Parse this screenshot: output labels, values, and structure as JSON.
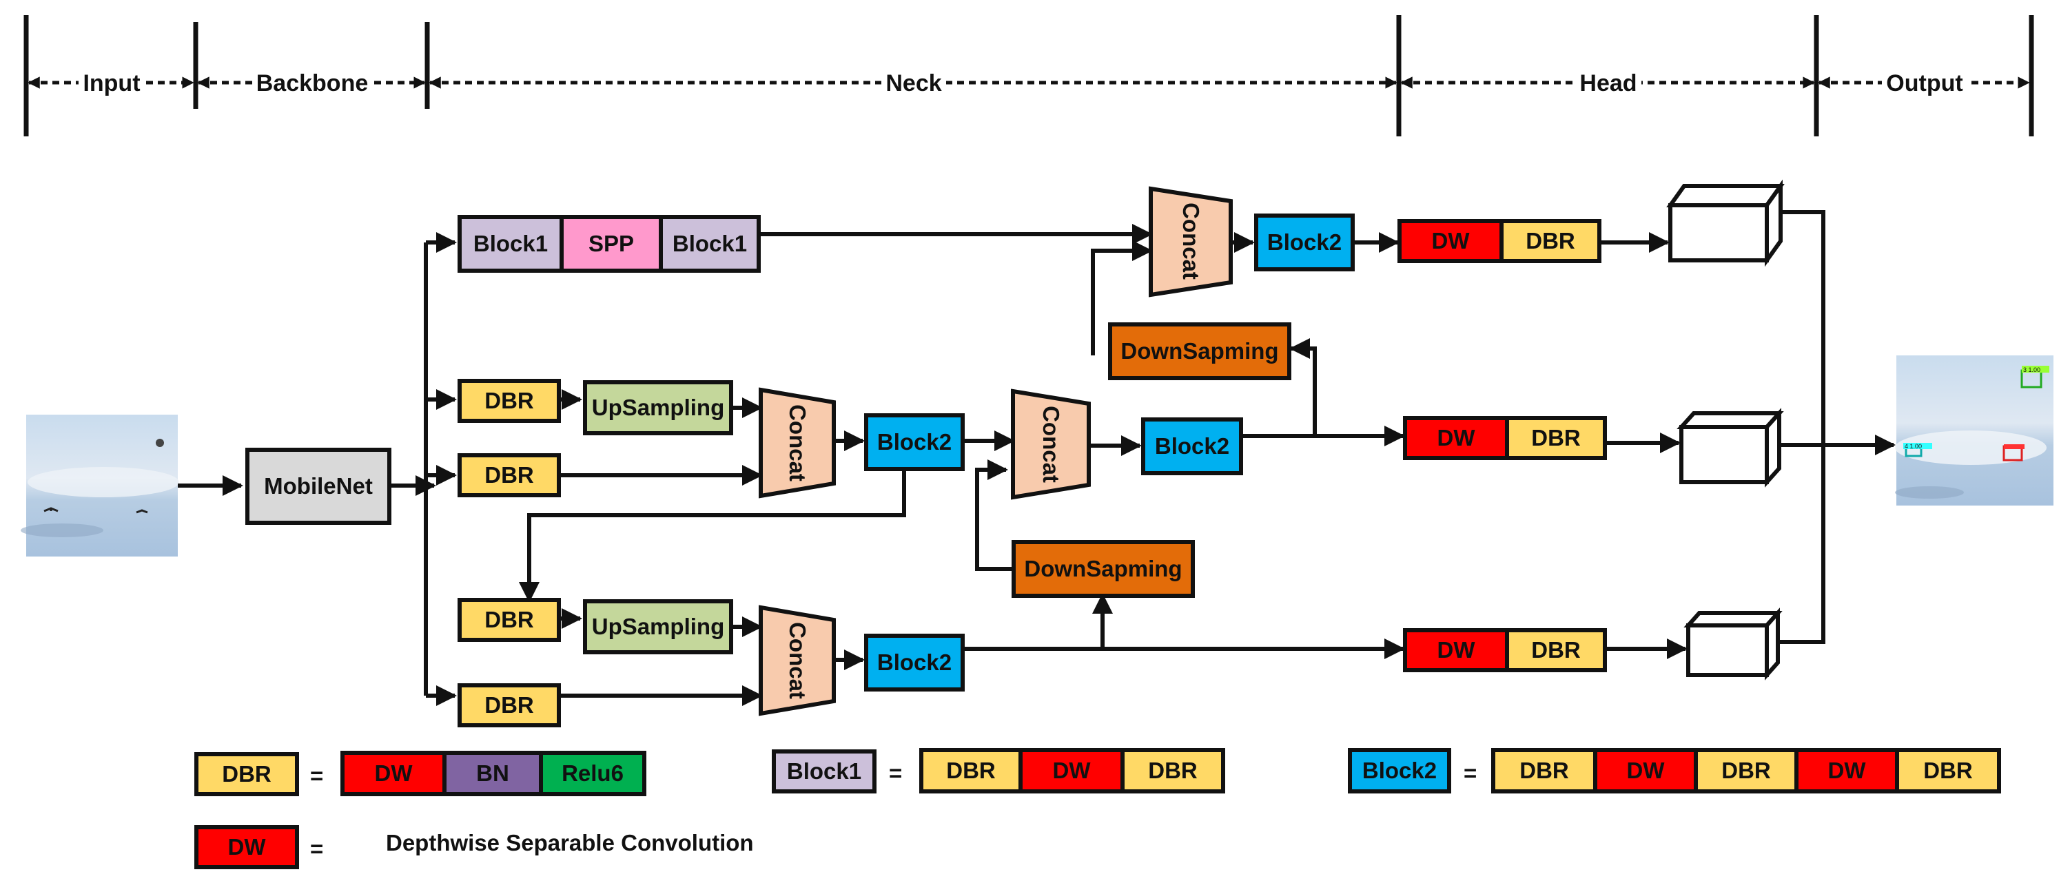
{
  "sections": {
    "input": "Input",
    "backbone": "Backbone",
    "neck": "Neck",
    "head": "Head",
    "output": "Output"
  },
  "blocks": {
    "mobilenet": "MobileNet",
    "block1": "Block1",
    "spp": "SPP",
    "block2": "Block2",
    "dbr": "DBR",
    "dw": "DW",
    "upsampling": "UpSampling",
    "downsampling": "DownSapming",
    "concat": "Concat"
  },
  "legend": {
    "dbr_label": "DBR",
    "dbr_parts": [
      "DW",
      "BN",
      "Relu6"
    ],
    "dw_label": "DW",
    "dw_desc": "Depthwise Separable Convolution",
    "block1_label": "Block1",
    "block1_parts": [
      "DBR",
      "DW",
      "DBR"
    ],
    "block2_label": "Block2",
    "block2_parts": [
      "DBR",
      "DW",
      "DBR",
      "DW",
      "DBR"
    ],
    "equals": "="
  },
  "output_image": {
    "labels": [
      "3 1.00",
      "4 1.00"
    ]
  },
  "colors": {
    "dbr": "#FFD966",
    "dw": "#FF0000",
    "bn": "#8064A2",
    "relu6": "#00B050",
    "block1": "#CCC0DA",
    "spp": "#FF99CC",
    "block2": "#00B0F0",
    "upsampling": "#C4D79B",
    "downsampling": "#E36C09",
    "concat": "#F8CBAD",
    "mobilenet": "#D9D9D9"
  }
}
